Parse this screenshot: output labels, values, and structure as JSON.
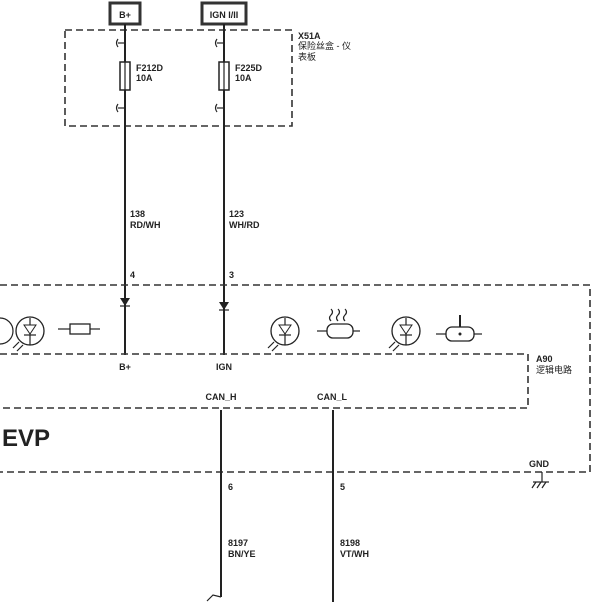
{
  "power_sources": {
    "b_plus": "B+",
    "ign": "IGN I/II"
  },
  "fuse_block": {
    "code": "X51A",
    "name_line1": "保险丝盒 - 仪",
    "name_line2": "表板",
    "fuses": [
      {
        "id": "F212D",
        "rating": "10A"
      },
      {
        "id": "F225D",
        "rating": "10A"
      }
    ]
  },
  "wires": [
    {
      "circuit": "138",
      "color": "RD/WH",
      "pin": "4"
    },
    {
      "circuit": "123",
      "color": "WH/RD",
      "pin": "3"
    },
    {
      "circuit": "8197",
      "color": "BN/YE",
      "pin": "6"
    },
    {
      "circuit": "8198",
      "color": "VT/WH",
      "pin": "5"
    }
  ],
  "module": {
    "title": "EVP",
    "pins": {
      "b_plus": "B+",
      "ign": "IGN",
      "can_h": "CAN_H",
      "can_l": "CAN_L",
      "gnd": "GND"
    },
    "logic": {
      "code": "A90",
      "name": "逻辑电路"
    }
  }
}
